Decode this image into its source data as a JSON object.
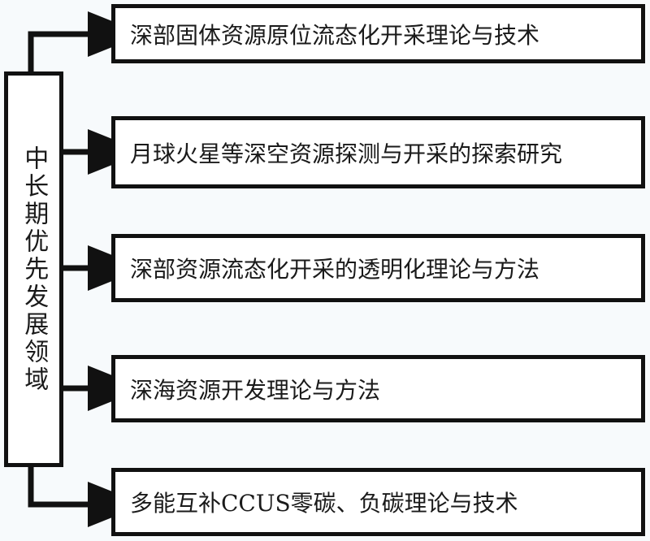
{
  "diagram": {
    "type": "flow-tree",
    "orientation": "left-root-to-right-leaves",
    "background_color": "#f7fafc",
    "line_color": "#111111",
    "text_color": "#1a1a1a",
    "root": {
      "label": "中长期优先发展领域",
      "orientation": "vertical"
    },
    "branches": [
      {
        "index": 1,
        "label": "深部固体资源原位流态化开采理论与技术"
      },
      {
        "index": 2,
        "label": "月球火星等深空资源探测与开采的探索研究"
      },
      {
        "index": 3,
        "label": "深部资源流态化开采的透明化理论与方法"
      },
      {
        "index": 4,
        "label": "深海资源开发理论与方法"
      },
      {
        "index": 5,
        "label": "多能互补CCUS零碳、负碳理论与技术"
      }
    ]
  }
}
